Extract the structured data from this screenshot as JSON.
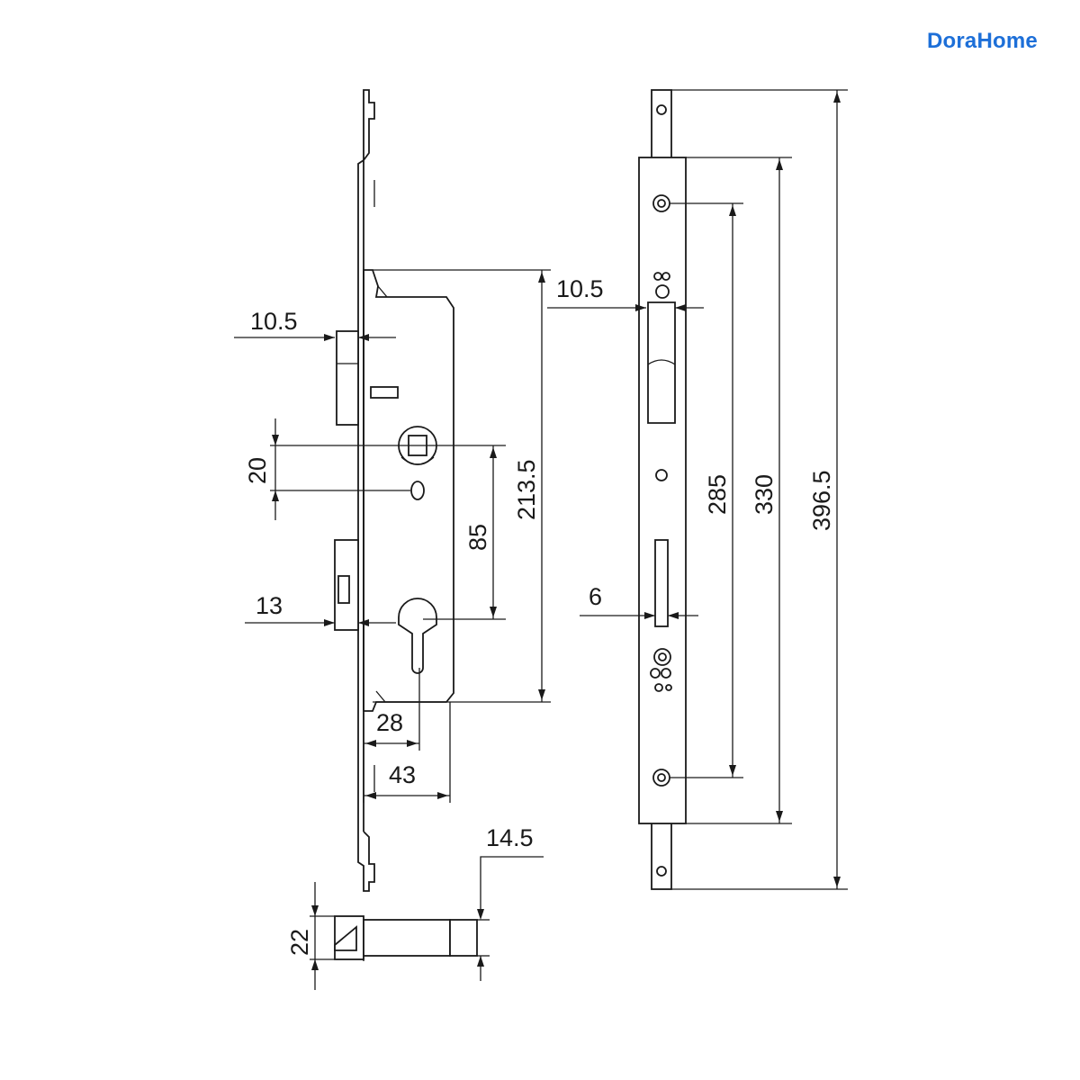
{
  "brand": {
    "name": "DoraHome",
    "color": "#1d6fd8"
  },
  "dimensions": {
    "backset_latch": "10.5",
    "spindle_to_hole": "20",
    "bolt_offset": "13",
    "centre_distance": "85",
    "case_height": "213.5",
    "backset_28": "28",
    "case_depth": "43",
    "bolt_throw": "14.5",
    "bolt_height": "22",
    "strike_offset": "10.5",
    "strike_slot": "6",
    "strike_hole_span": "285",
    "strike_inner": "330",
    "strike_total": "396.5"
  }
}
